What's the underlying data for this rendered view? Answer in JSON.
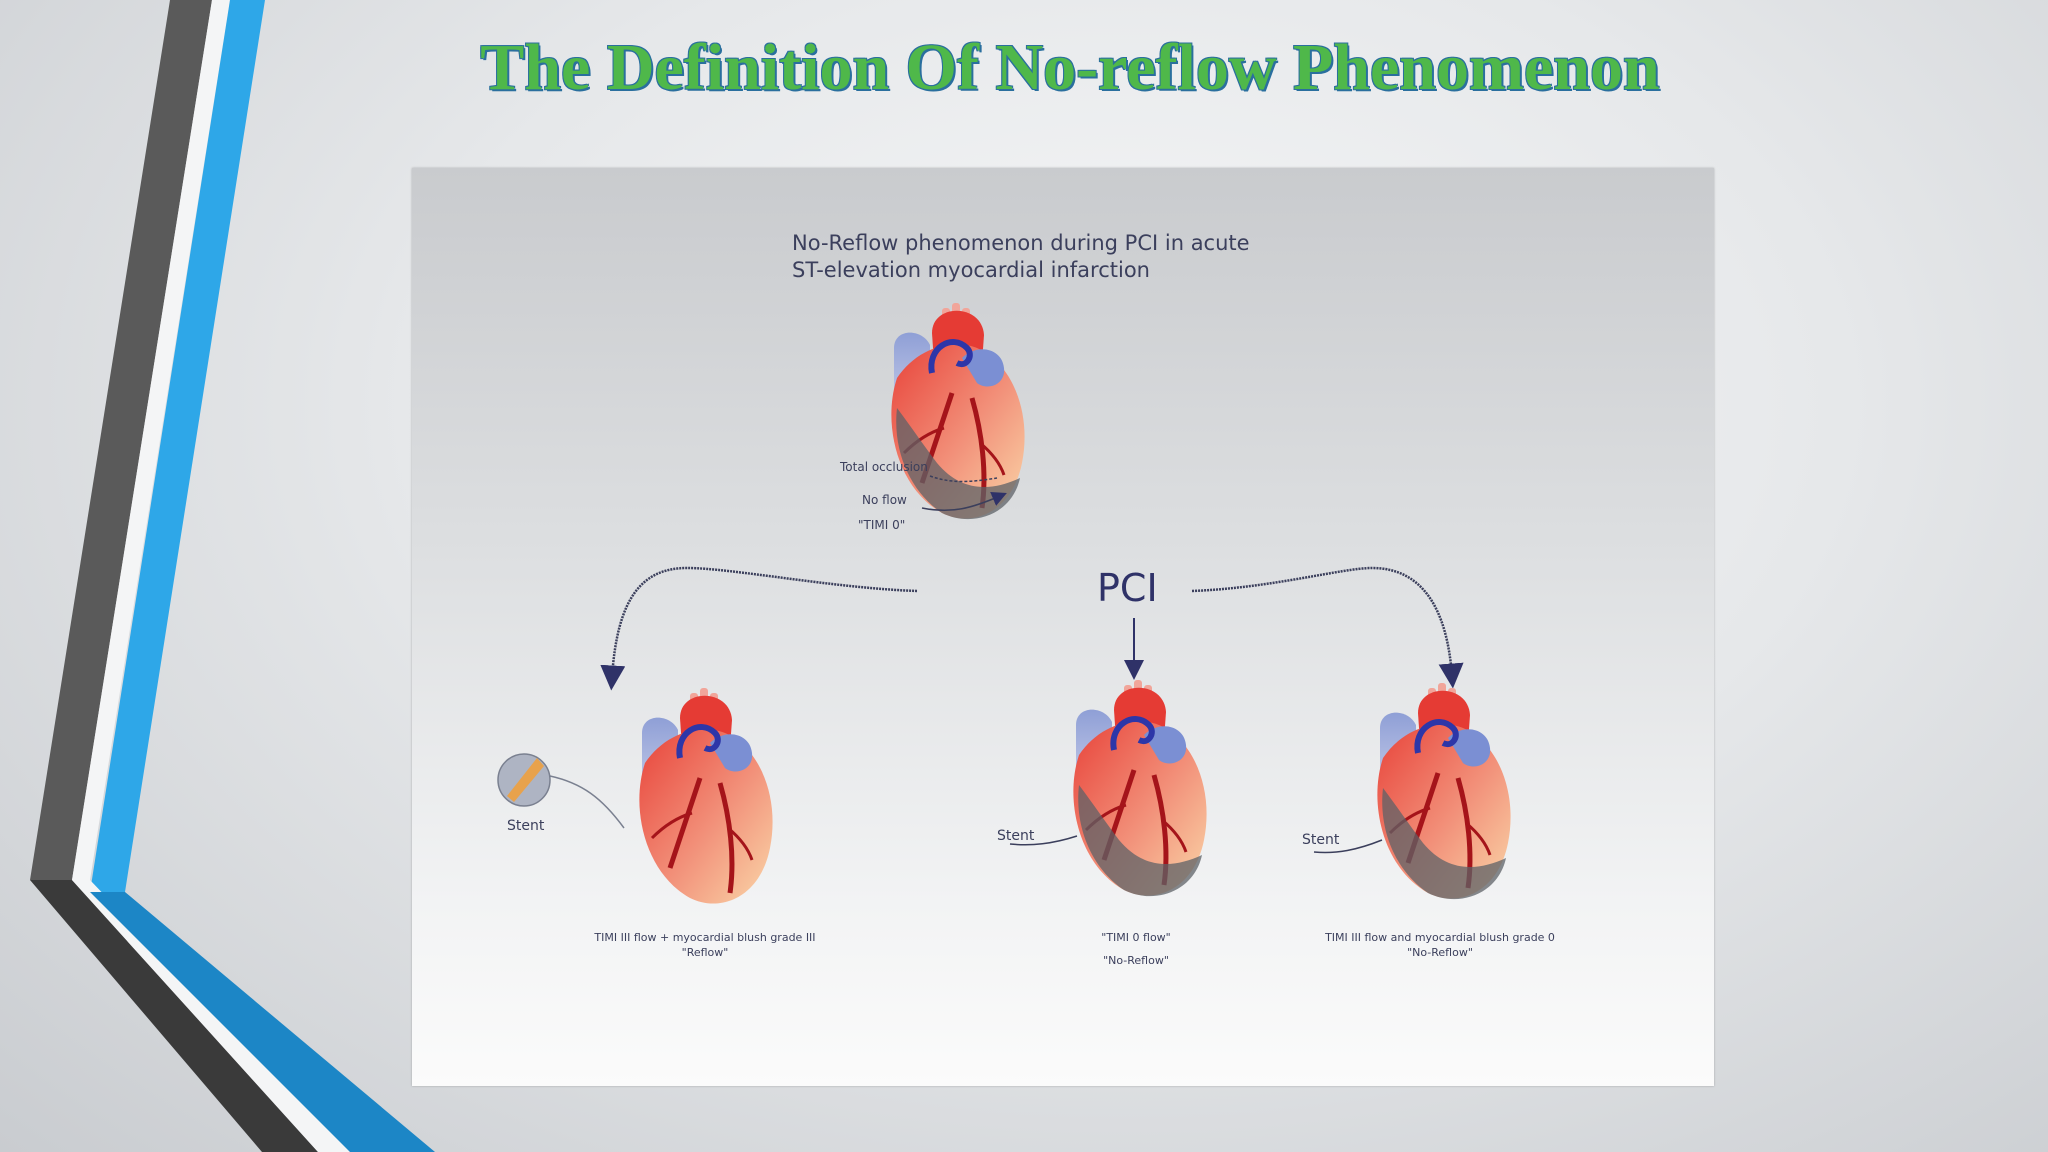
{
  "slide": {
    "title": "The  Definition Of No-reflow Phenomenon"
  },
  "figure": {
    "title_line1": "No-Reflow phenomenon during PCI in acute",
    "title_line2": "ST-elevation myocardial infarction",
    "top_heart": {
      "label_occlusion": "Total occlusion",
      "label_noflow": "No flow",
      "label_timi": "\"TIMI 0\""
    },
    "center_label": "PCI",
    "outcomes": [
      {
        "stent_label": "Stent",
        "caption_line1": "TIMI III flow + myocardial blush grade III",
        "caption_line2": "\"Reflow\""
      },
      {
        "stent_label": "Stent",
        "caption_line1": "\"TIMI 0 flow\"",
        "caption_line2": "\"No-Reflow\""
      },
      {
        "stent_label": "Stent",
        "caption_line1": "TIMI III flow and myocardial blush grade 0",
        "caption_line2": "\"No-Reflow\""
      }
    ],
    "colors": {
      "accent_green": "#4fb84a",
      "accent_blue": "#2ea7e8",
      "heart_red": "#e8433a",
      "vessel_dark": "#a5141a"
    }
  }
}
